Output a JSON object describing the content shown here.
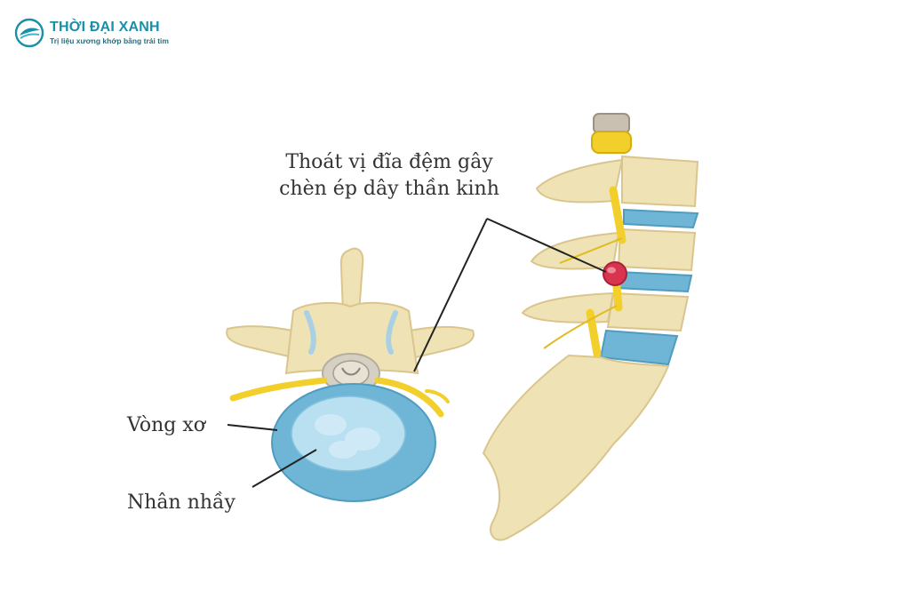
{
  "brand": {
    "name": "THỜI ĐẠI XANH",
    "tagline": "Trị liệu xương khớp bằng trái tim",
    "primary_color": "#1a8fa8"
  },
  "labels": {
    "hernia_line1": "Thoát vị đĩa đệm gây",
    "hernia_line2": "chèn ép dây thần kinh",
    "annulus": "Vòng xơ",
    "nucleus": "Nhân nhầy"
  },
  "colors": {
    "bone": "#efe2b4",
    "bone_shadow": "#d9c58d",
    "disc_outer": "#6fb6d6",
    "disc_inner": "#b9e0f0",
    "nerve": "#f2cf2a",
    "herniation": "#d9344d"
  }
}
